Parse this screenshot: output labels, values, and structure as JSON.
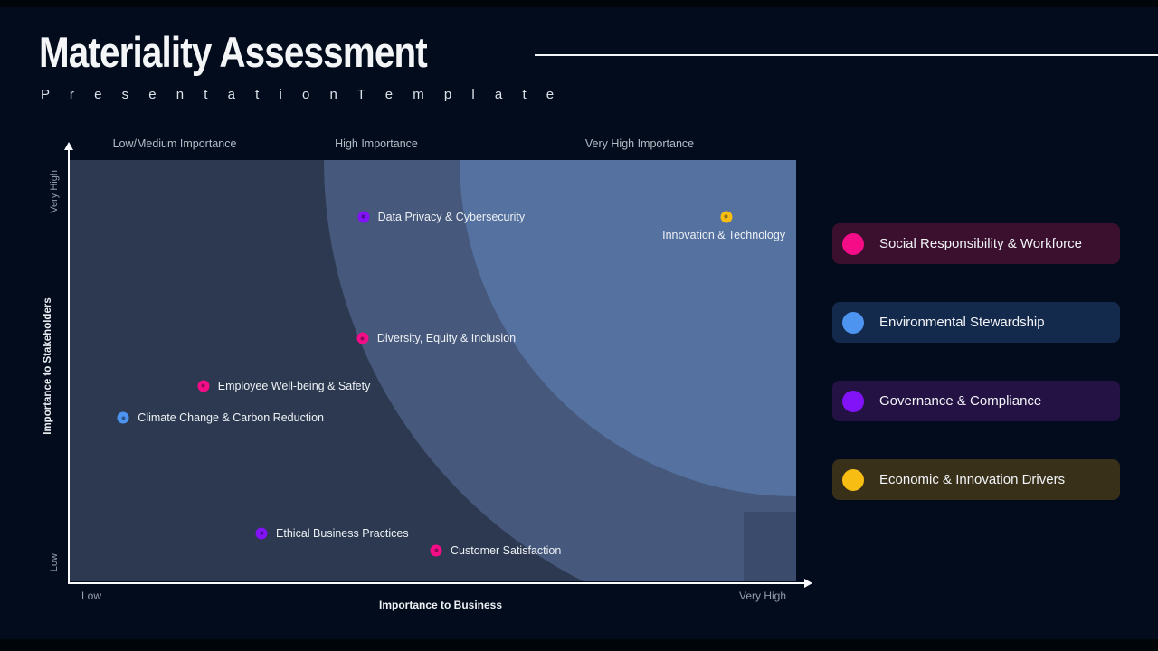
{
  "header": {
    "title": "Materiality Assessment",
    "subtitle": "P r e s e n t a t i o n   T e m p l a t e"
  },
  "chart": {
    "column_headers": [
      "Low/Medium Importance",
      "High Importance",
      "Very High Importance"
    ],
    "x_axis": {
      "title": "Importance to Business",
      "min_label": "Low",
      "max_label": "Very High"
    },
    "y_axis": {
      "title": "Importance to Stakeholders",
      "min_label": "Low",
      "max_label": "Very High"
    },
    "zone_colors": {
      "base": "#2C3950",
      "middle": "#46587B",
      "inner": "#5571A0"
    }
  },
  "categories": {
    "social": {
      "color": "#F40D87"
    },
    "environmental": {
      "color": "#4D94F0"
    },
    "governance": {
      "color": "#8212F7"
    },
    "economic": {
      "color": "#F7BD13"
    }
  },
  "chart_data": {
    "type": "scatter",
    "xlabel": "Importance to Business",
    "ylabel": "Importance to Stakeholders",
    "x_range_labels": [
      "Low",
      "Very High"
    ],
    "y_range_labels": [
      "Low",
      "Very High"
    ],
    "points": [
      {
        "label": "Data Privacy & Cybersecurity",
        "category": "governance",
        "x": 40.5,
        "y": 86.5,
        "label_pos": "right"
      },
      {
        "label": "Innovation & Technology",
        "category": "economic",
        "x": 90.4,
        "y": 86.5,
        "label_pos": "below"
      },
      {
        "label": "Diversity, Equity & Inclusion",
        "category": "social",
        "x": 40.4,
        "y": 57.7,
        "label_pos": "right"
      },
      {
        "label": "Employee Well-being & Safety",
        "category": "social",
        "x": 18.5,
        "y": 46.4,
        "label_pos": "right"
      },
      {
        "label": "Climate Change & Carbon Reduction",
        "category": "environmental",
        "x": 7.5,
        "y": 38.8,
        "label_pos": "right"
      },
      {
        "label": "Ethical Business Practices",
        "category": "governance",
        "x": 26.5,
        "y": 11.4,
        "label_pos": "right"
      },
      {
        "label": "Customer Satisfaction",
        "category": "social",
        "x": 50.5,
        "y": 7.3,
        "label_pos": "right"
      }
    ]
  },
  "legend": {
    "items": [
      {
        "label": "Social Responsibility & Workforce",
        "category": "social",
        "dot_color": "#F40D87",
        "bg": "#3A102E"
      },
      {
        "label": "Environmental Stewardship",
        "category": "environmental",
        "dot_color": "#4D94F0",
        "bg": "#142A4C"
      },
      {
        "label": "Governance & Compliance",
        "category": "governance",
        "dot_color": "#8212F7",
        "bg": "#241245"
      },
      {
        "label": "Economic & Innovation Drivers",
        "category": "economic",
        "dot_color": "#F7BD13",
        "bg": "#39301A"
      }
    ]
  }
}
